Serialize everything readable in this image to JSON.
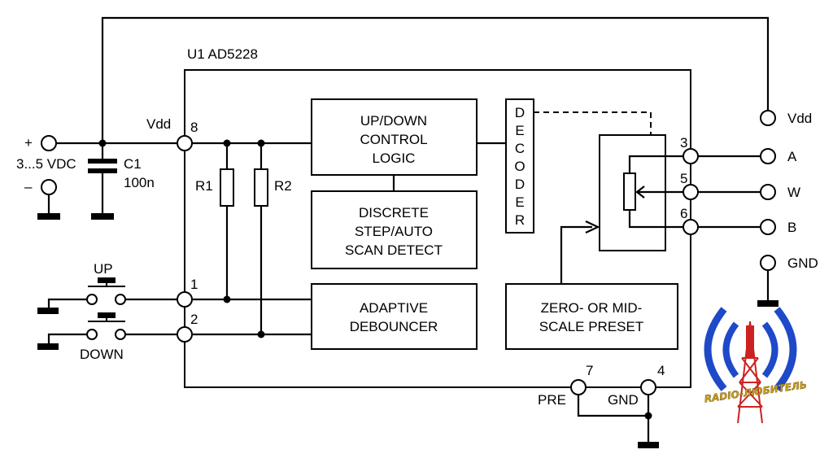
{
  "ic": {
    "label": "U1 AD5228"
  },
  "supply": {
    "plus": "+",
    "minus": "–",
    "voltage": "3...5 VDC"
  },
  "capacitor": {
    "ref": "C1",
    "value": "100n"
  },
  "resistors": {
    "r1": "R1",
    "r2": "R2"
  },
  "switches": {
    "up": "UP",
    "down": "DOWN"
  },
  "pins": {
    "vdd_name": "Vdd",
    "p8": "8",
    "p1": "1",
    "p2": "2",
    "p3": "3",
    "p5": "5",
    "p6": "6",
    "p7": "7",
    "p4": "4",
    "pre": "PRE",
    "gnd": "GND"
  },
  "blocks": {
    "updown": [
      "UP/DOWN",
      "CONTROL",
      "LOGIC"
    ],
    "discrete": [
      "DISCRETE",
      "STEP/AUTO",
      "SCAN DETECT"
    ],
    "adaptive": [
      "ADAPTIVE",
      "DEBOUNCER"
    ],
    "decoder": [
      "D",
      "E",
      "C",
      "O",
      "D",
      "E",
      "R"
    ],
    "preset": [
      "ZERO- OR MID-",
      "SCALE PRESET"
    ]
  },
  "terminals": {
    "vdd": "Vdd",
    "a": "A",
    "w": "W",
    "b": "B",
    "gnd": "GND"
  },
  "logo": {
    "text": "RADIO-ЛЮБИТЕЛЬ"
  }
}
